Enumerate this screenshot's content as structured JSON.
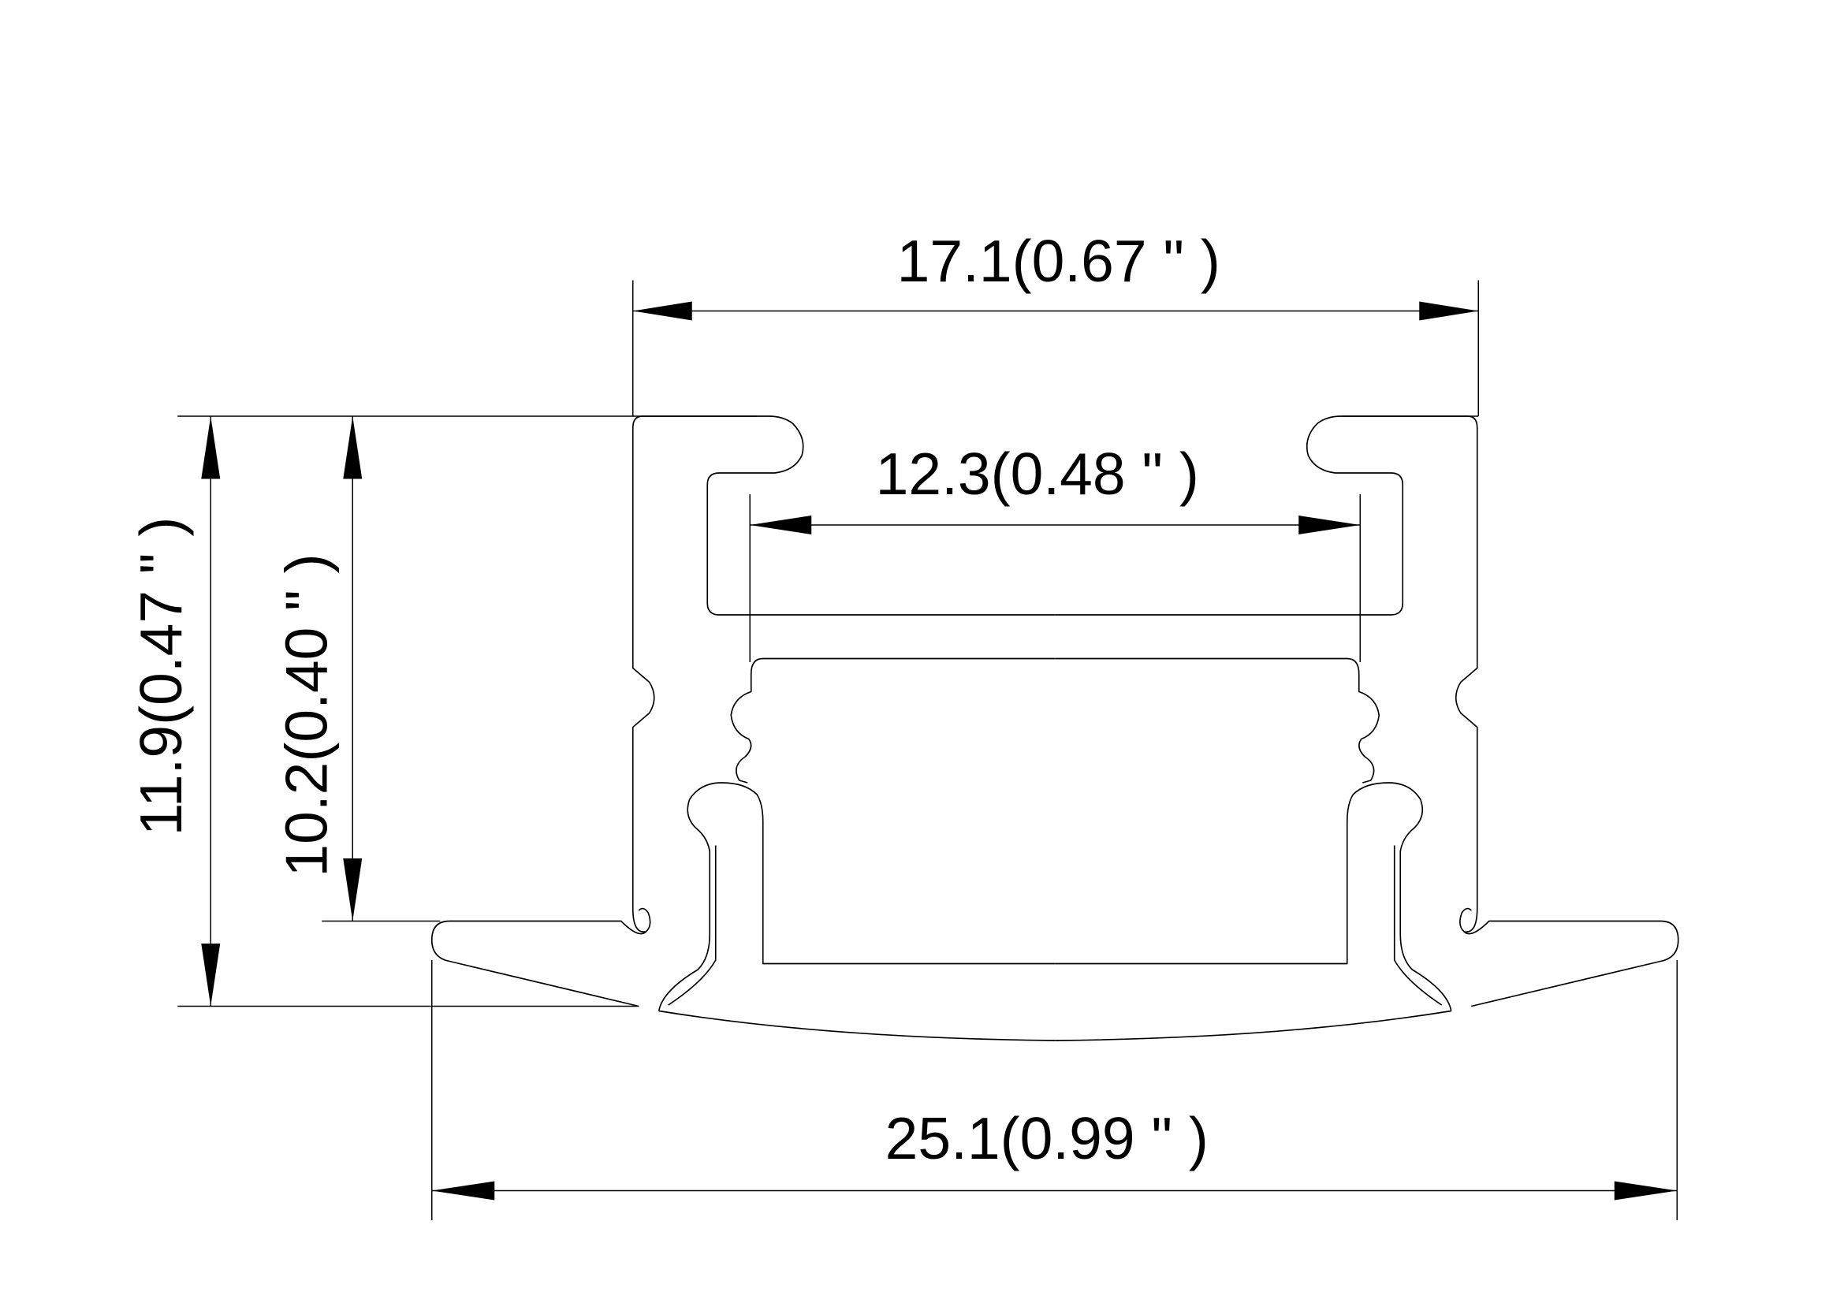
{
  "drawing": {
    "title": "Aluminium profile cross-section",
    "dimensions": {
      "top_width": "17.1(0.67 \" )",
      "inner_width": "12.3(0.48 \" )",
      "bottom_width": "25.1(0.99 \" )",
      "total_height": "11.9(0.47 \" )",
      "body_height": "10.2(0.40 \" )"
    },
    "colors": {
      "line": "#000000",
      "background": "#ffffff"
    }
  }
}
